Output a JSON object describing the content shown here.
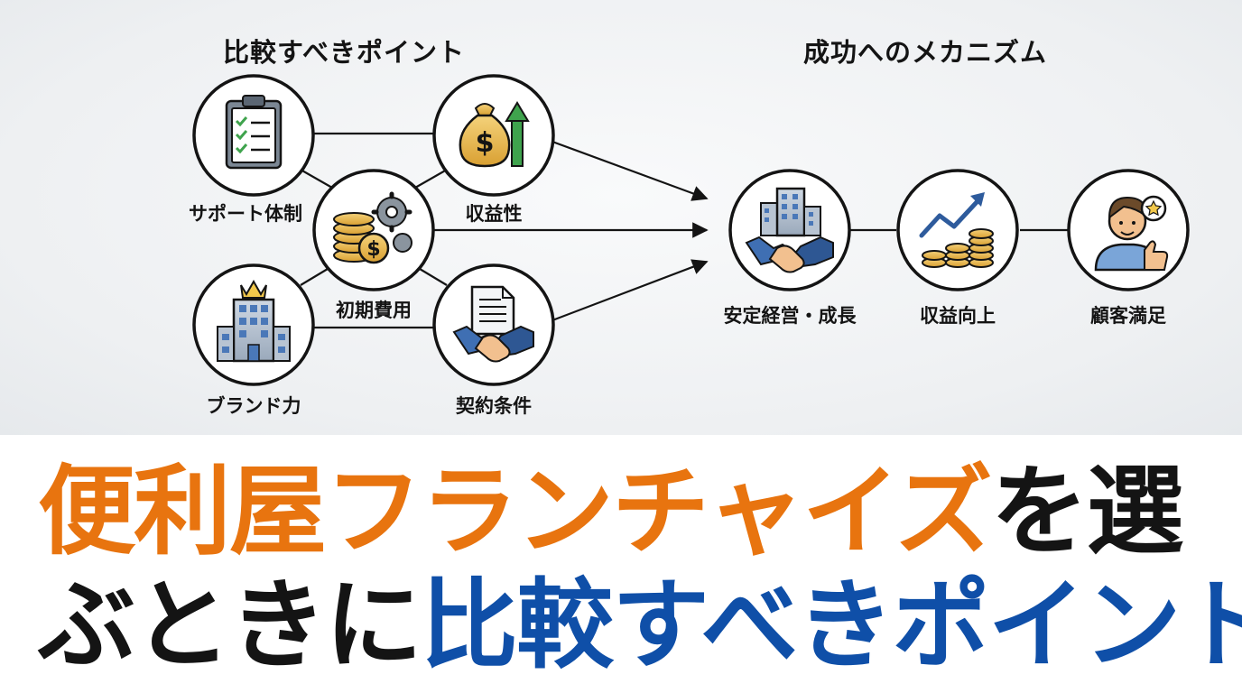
{
  "sections": {
    "left_title": "比較すべきポイント",
    "right_title": "成功へのメカニズム"
  },
  "nodes": {
    "support": {
      "label": "サポート体制",
      "icon": "clipboard-checklist-icon"
    },
    "profit": {
      "label": "収益性",
      "icon": "money-bag-arrow-icon"
    },
    "initial_cost": {
      "label": "初期費用",
      "icon": "coins-gears-icon"
    },
    "brand": {
      "label": "ブランド力",
      "icon": "crowned-building-icon"
    },
    "contract": {
      "label": "契約条件",
      "icon": "contract-handshake-icon"
    },
    "stable": {
      "label": "安定経営・成長",
      "icon": "building-handshake-icon"
    },
    "revenue_up": {
      "label": "収益向上",
      "icon": "coins-growth-chart-icon"
    },
    "satisfaction": {
      "label": "顧客満足",
      "icon": "customer-thumbs-up-icon"
    }
  },
  "headline": {
    "line1_orange": "便利屋フランチャイズ",
    "line1_black": "を選",
    "line2_black": "ぶときに",
    "line2_blue": "比較すべきポイント"
  },
  "colors": {
    "orange": "#e8740f",
    "blue": "#0f4fa8",
    "black": "#141414",
    "gold": "#e8b84a",
    "green": "#3fa34d"
  }
}
